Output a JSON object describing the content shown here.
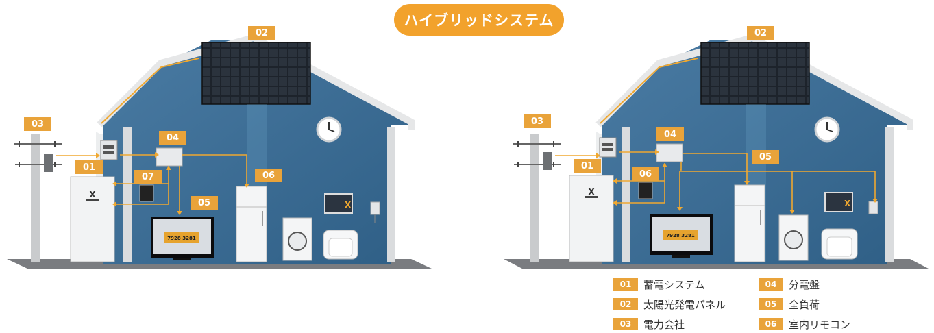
{
  "title": "ハイブリッドシステム",
  "left_diagram": {
    "labels": {
      "battery": "01",
      "solar_panel": "02",
      "utility": "03",
      "distribution_board": "04",
      "specific_load": "05",
      "refrigerator_load": "06",
      "remote": "07"
    },
    "tv_screen_text": "7928 3281"
  },
  "right_diagram": {
    "labels": {
      "battery": "01",
      "solar_panel": "02",
      "utility": "03",
      "distribution_board": "04",
      "full_load": "05",
      "remote": "06"
    },
    "tv_screen_text": "7928 3281"
  },
  "legend": [
    {
      "num": "01",
      "label": "蓄電システム"
    },
    {
      "num": "02",
      "label": "太陽光発電パネル"
    },
    {
      "num": "03",
      "label": "電力会社"
    },
    {
      "num": "04",
      "label": "分電盤"
    },
    {
      "num": "05",
      "label": "全負荷"
    },
    {
      "num": "06",
      "label": "室内リモコン"
    }
  ],
  "colors": {
    "accent": "#e9a33a",
    "title_pill": "#f2a22c",
    "wall": "#3d6e96",
    "roof_edge": "#e6e7e8",
    "wire": "#f0a830",
    "floor": "#7a7c80"
  }
}
